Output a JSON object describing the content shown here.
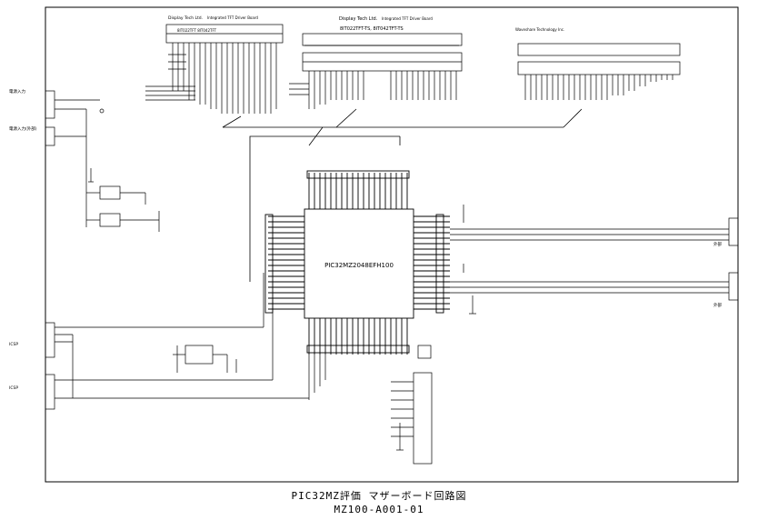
{
  "diagram": {
    "hdr_left_1": "Display Tech Ltd.",
    "hdr_left_2": "Integrated TFT Driver Board",
    "hdr_left_3": "8IT022TFT  8IT042TFT",
    "hdr_mid_1": "Display Tech Ltd.",
    "hdr_mid_2": "Integrated TFT Driver Board",
    "hdr_mid_3": "8IT022TFT-TS,  8IT042TFT-TS",
    "hdr_right_1": "Waveshare Technology Inc.",
    "mcu_label": "PIC32MZ2048EFH100",
    "left_lbl_1": "電源入力",
    "left_lbl_2": "電源入力(外部)",
    "left_lbl_3": "ICSP",
    "left_lbl_4": "ICSP",
    "right_lbl_1": "外部",
    "right_lbl_2": "外部"
  },
  "caption": {
    "title": "PIC32MZ評価 マザーボード回路図",
    "doc_no": "MZ100-A001-01"
  }
}
